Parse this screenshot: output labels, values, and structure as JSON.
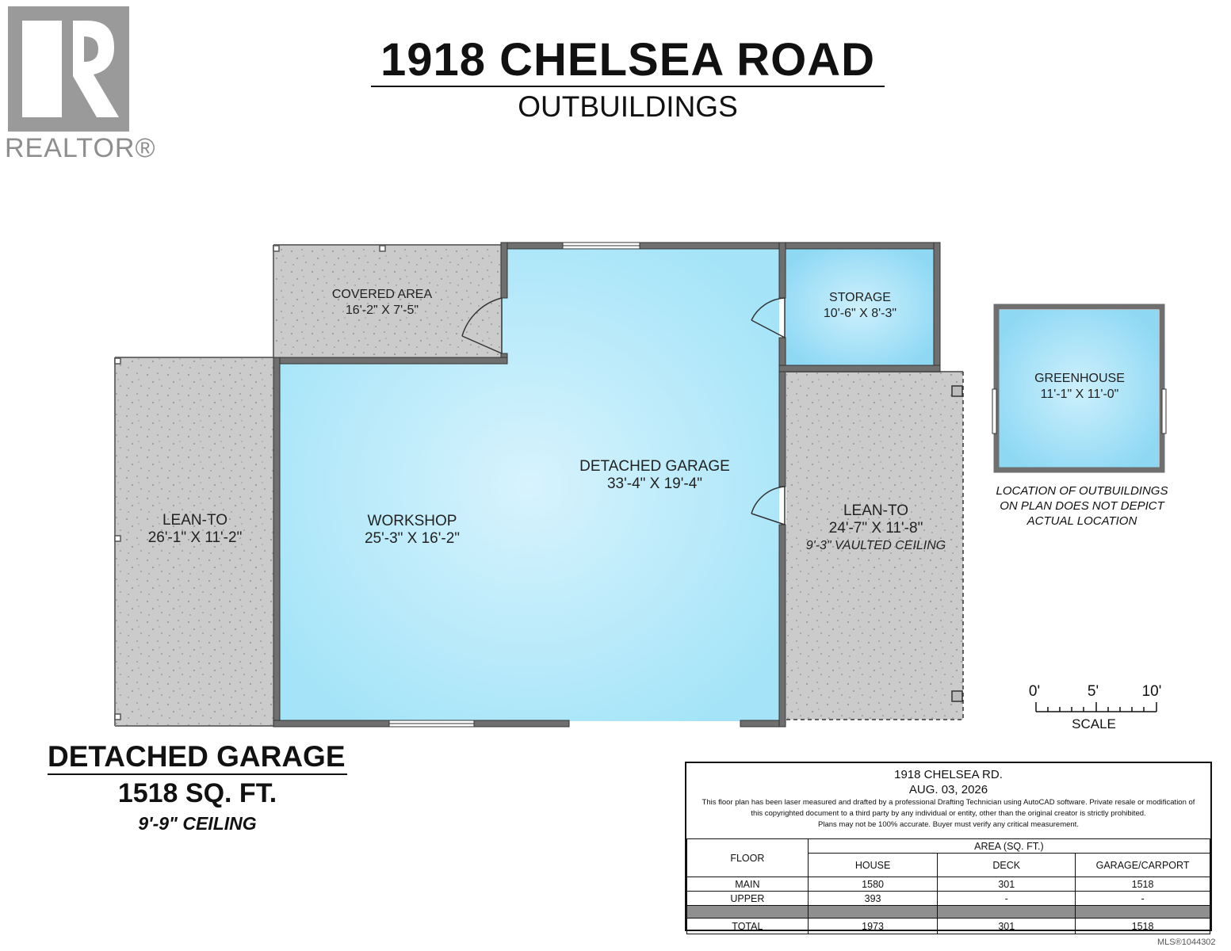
{
  "logo": {
    "text": "REALTOR®",
    "mark": "realtor-r-logo"
  },
  "title": "1918 CHELSEA ROAD",
  "subtitle": "OUTBUILDINGS",
  "rooms": {
    "covered_area": {
      "name": "COVERED AREA",
      "dims": "16'-2\" X 7'-5\""
    },
    "storage": {
      "name": "STORAGE",
      "dims": "10'-6\" X 8'-3\""
    },
    "garage": {
      "name": "DETACHED GARAGE",
      "dims": "33'-4\" X 19'-4\""
    },
    "workshop": {
      "name": "WORKSHOP",
      "dims": "25'-3\" X 16'-2\""
    },
    "lean_left": {
      "name": "LEAN-TO",
      "dims": "26'-1\" X 11'-2\""
    },
    "lean_right": {
      "name": "LEAN-TO",
      "dims": "24'-7\" X 11'-8\"",
      "note": "9'-3\" VAULTED CEILING"
    },
    "greenhouse": {
      "name": "GREENHOUSE",
      "dims": "11'-1\" X 11'-0\""
    }
  },
  "location_note": [
    "LOCATION OF OUTBUILDINGS",
    "ON PLAN DOES NOT DEPICT",
    "ACTUAL LOCATION"
  ],
  "scale": {
    "ticks": [
      "0'",
      "5'",
      "10'"
    ],
    "label": "SCALE"
  },
  "summary": {
    "title": "DETACHED GARAGE",
    "area": "1518 SQ. FT.",
    "ceiling": "9'-9\" CEILING"
  },
  "info": {
    "address": "1918 CHELSEA RD.",
    "date": "AUG. 03, 2026",
    "disclaimer": [
      "This floor plan has been laser measured and drafted by a professional Drafting Technician using AutoCAD software. Private resale or modification of",
      "this copyrighted document to a third party by any individual or entity, other than the original creator is strictly prohibited.",
      "Plans may not be 100% accurate.  Buyer must verify any critical measurement."
    ],
    "table": {
      "floor_header": "FLOOR",
      "area_header": "AREA (SQ. FT.)",
      "columns": [
        "HOUSE",
        "DECK",
        "GARAGE/CARPORT"
      ],
      "rows": [
        {
          "floor": "MAIN",
          "values": [
            "1580",
            "301",
            "1518"
          ]
        },
        {
          "floor": "UPPER",
          "values": [
            "393",
            "-",
            "-"
          ]
        }
      ],
      "total": {
        "floor": "TOTAL",
        "values": [
          "1973",
          "301",
          "1518"
        ]
      }
    }
  },
  "mls": "MLS®1044302",
  "colors": {
    "room_blue": "#a5e4f8",
    "room_blue_light": "#d7f3fd",
    "concrete": "#c9c9c9",
    "wall": "#6f6f6f"
  }
}
